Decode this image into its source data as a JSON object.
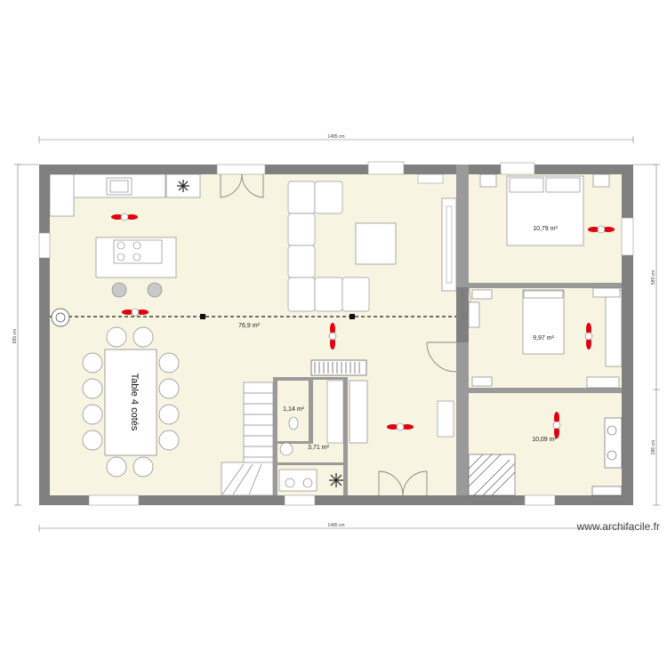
{
  "dimensions": {
    "top": "1485 cm",
    "bottom": "1485 cm",
    "left": "895 cm",
    "right_upper": "589 cm",
    "right_lower": "286 cm"
  },
  "rooms": {
    "main": "76,9 m²",
    "bedroom_top": "10,79 m²",
    "bedroom_mid": "9,97 m²",
    "bathroom": "10,09 m²",
    "wc": "1,14 m²",
    "washroom": "3,71 m²"
  },
  "table_label": "Table 4 cotés",
  "watermark": "www.archifacile.fr",
  "colors": {
    "floor": "#f7f4e2",
    "wall": "#808080",
    "spot_red": "#e0000f"
  },
  "icons": [
    "snowflake-icon",
    "fan-spot-icon",
    "lamp-icon",
    "door-swing-icon"
  ]
}
